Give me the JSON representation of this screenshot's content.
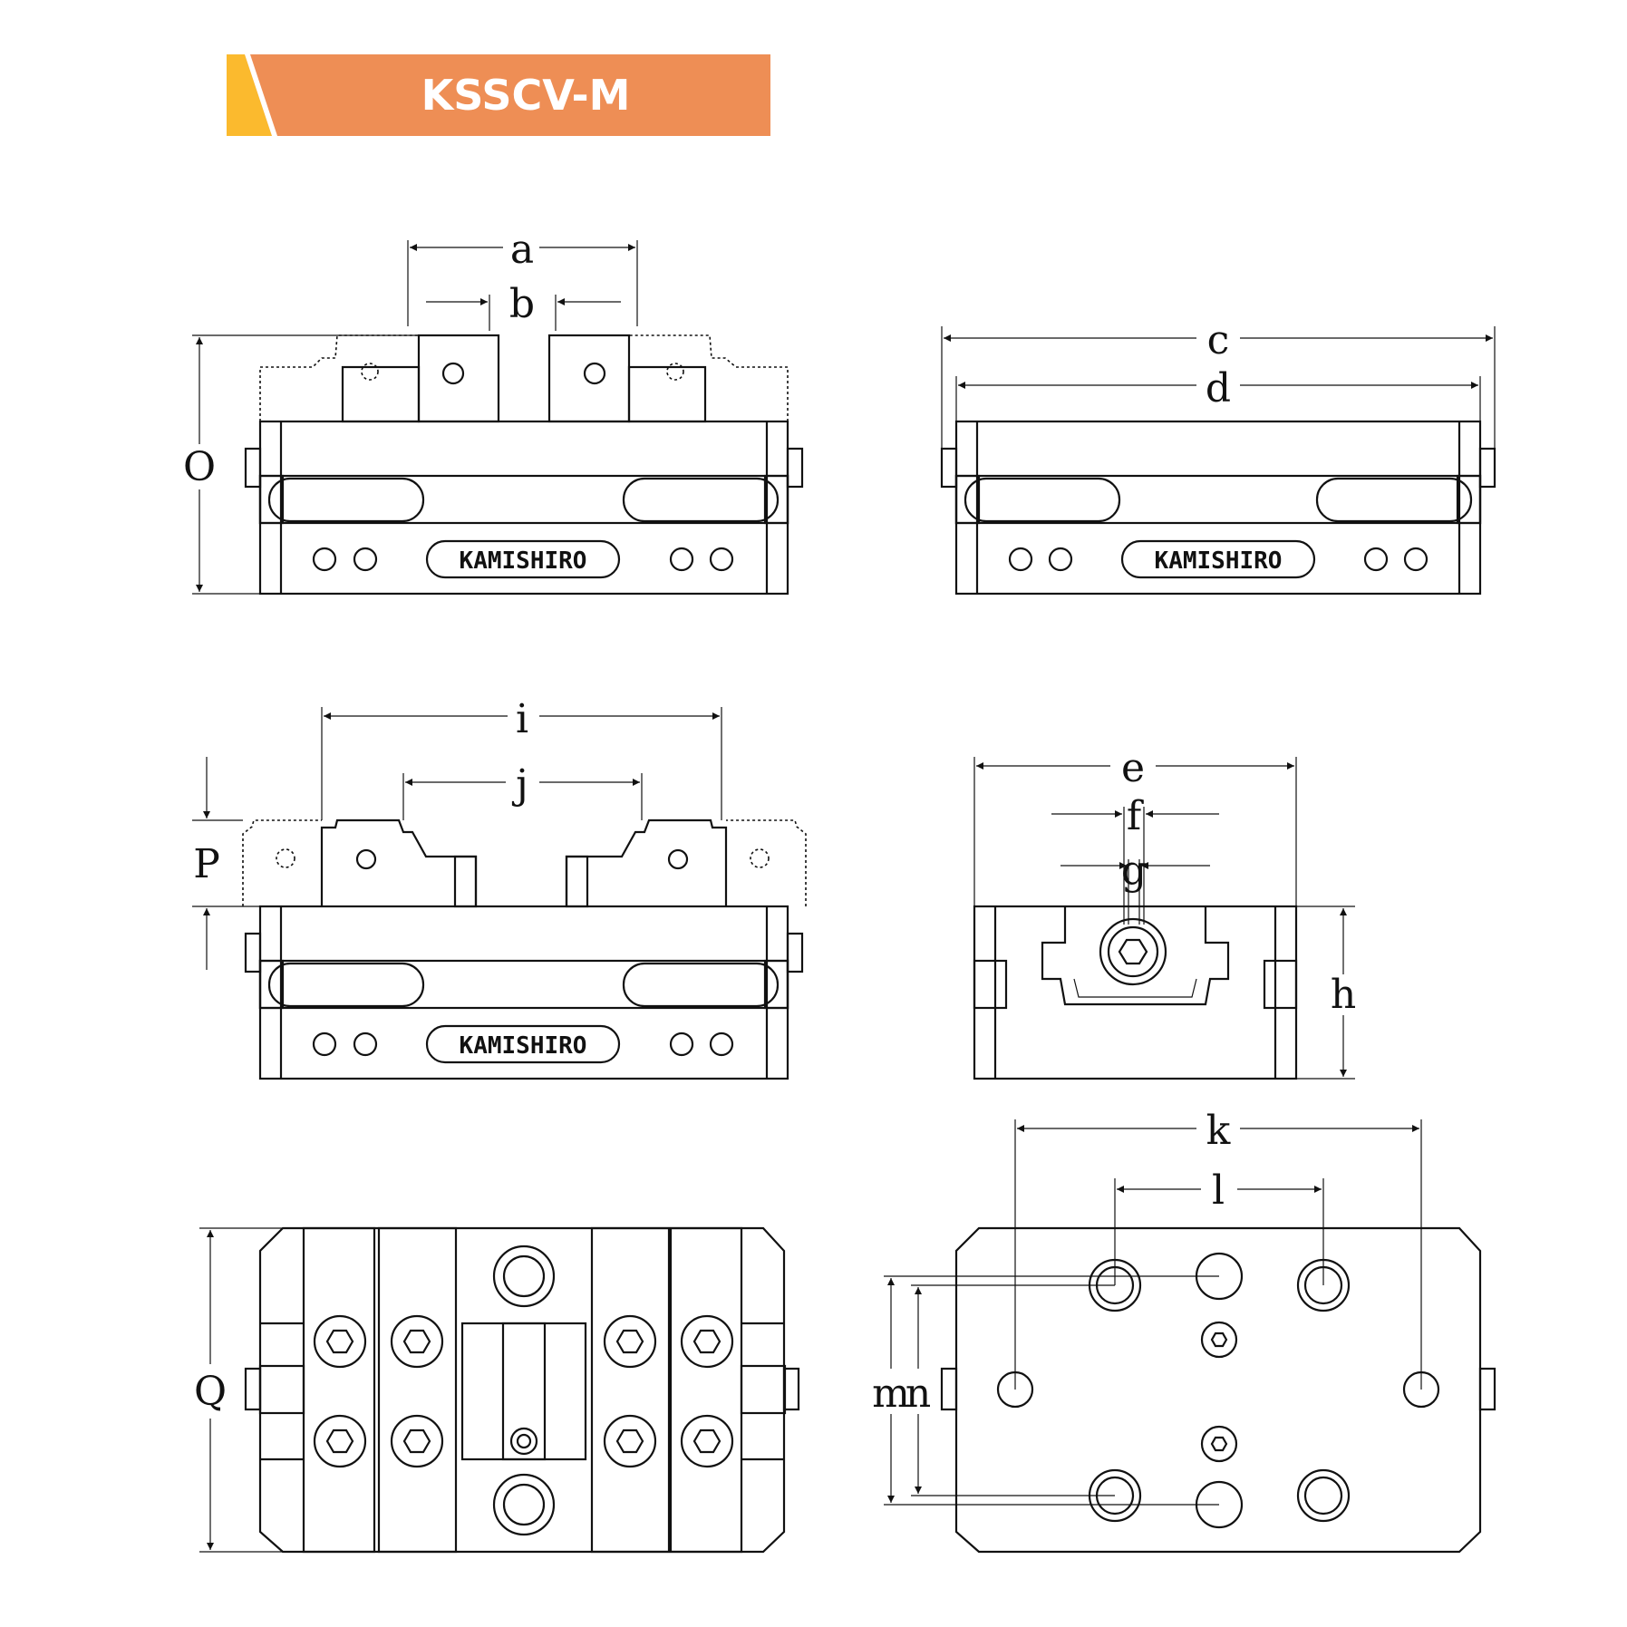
{
  "header": {
    "title": "KSSCV-M",
    "banner_color": "#EE8E55",
    "accent_color": "#FBBA2E"
  },
  "brand": "KAMISHIRO",
  "dimensions": {
    "a": "a",
    "b": "b",
    "c": "c",
    "d": "d",
    "e": "e",
    "f": "f",
    "g": "g",
    "h": "h",
    "i": "i",
    "j": "j",
    "k": "k",
    "l": "l",
    "m": "m",
    "n": "n",
    "O": "O",
    "P": "P",
    "Q": "Q"
  },
  "views": [
    "front-view-closed",
    "side-view",
    "front-view-open",
    "end-view",
    "top-view",
    "bottom-view"
  ]
}
